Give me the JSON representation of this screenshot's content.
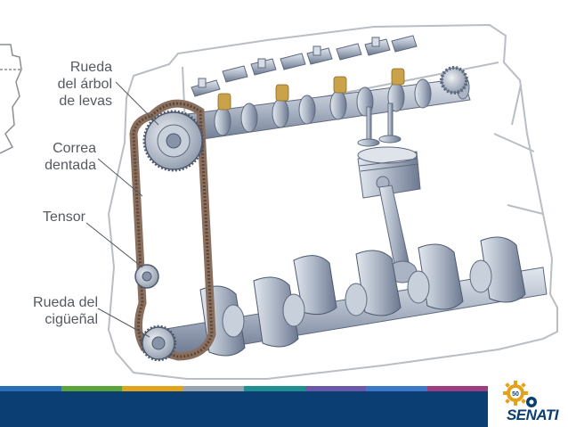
{
  "labels": {
    "camshaft_wheel": [
      "Rueda",
      "del árbol",
      "de levas"
    ],
    "timing_belt": [
      "Correa",
      "dentada"
    ],
    "tensioner": [
      "Tensor"
    ],
    "crank_wheel": [
      "Rueda del",
      "cigüeñal"
    ]
  },
  "footer": {
    "stripe_colors": [
      "#2a6fb5",
      "#5aa43a",
      "#e1a21c",
      "#9aa3ad",
      "#1f8f8f",
      "#6a58a8",
      "#3d78c8",
      "#9b3d7e"
    ],
    "band_color": "#0b3f74"
  },
  "logo": {
    "badge_text": "50",
    "brand_text": "SENATI"
  },
  "colors": {
    "engine_outline": "#b9bec4",
    "metal_light": "#c8d0dc",
    "metal_mid": "#9aa6b8",
    "metal_dark": "#5e6a7e",
    "belt": "#8a6f5e",
    "spring": "#c9a24a",
    "label_text": "#555a60"
  }
}
